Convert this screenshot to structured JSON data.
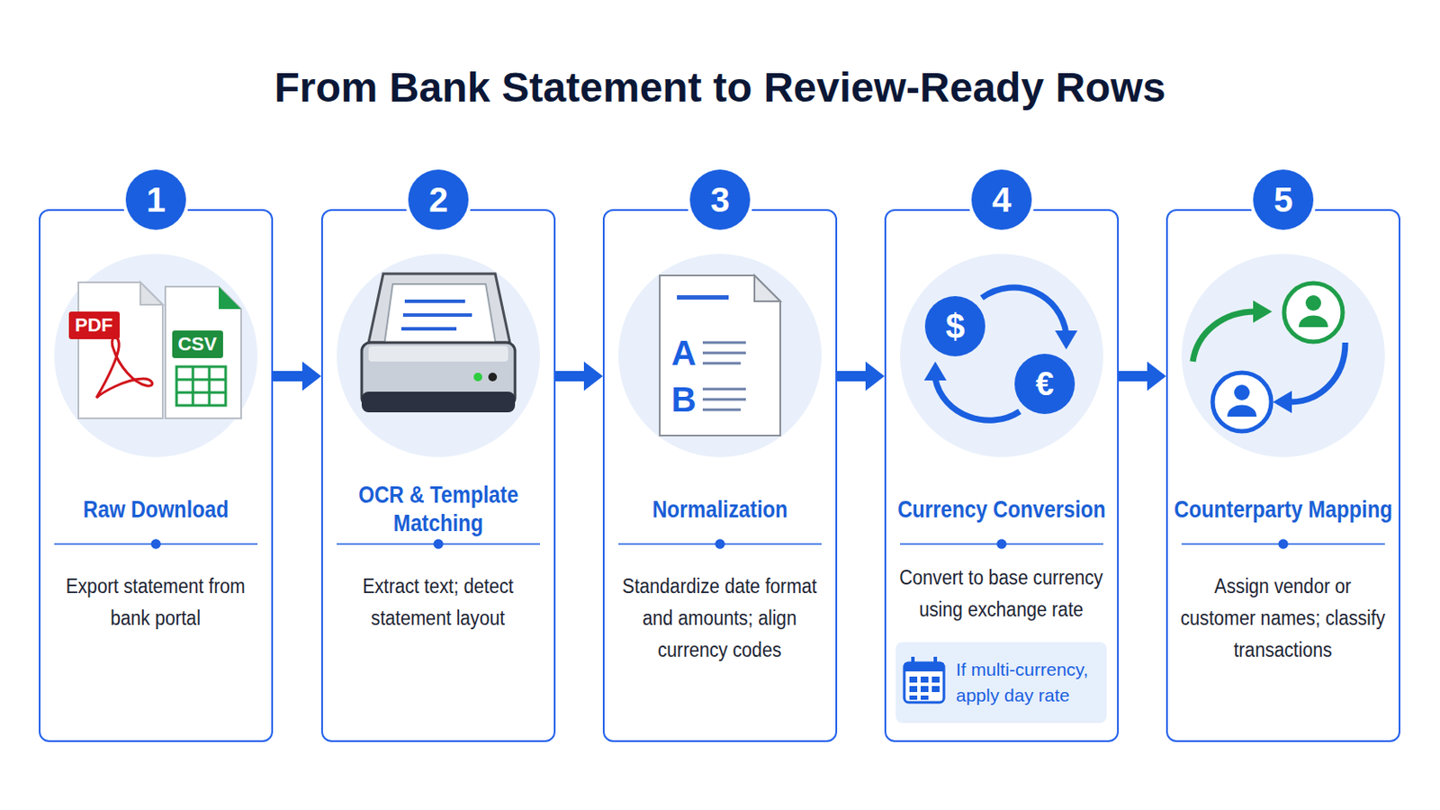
{
  "diagram": {
    "title": "From Bank Statement to Review-Ready Rows",
    "nodes": [
      {
        "text": [
          "Raw Download",
          "Export statement from bank portal"
        ]
      },
      {
        "text": [
          "1"
        ],
        "in": 0
      },
      {
        "text": [
          "OCR & Template Matching",
          "Extract text; detect statement layout"
        ]
      },
      {
        "text": [
          "2"
        ],
        "in": 2
      },
      {
        "text": [
          "Normalization",
          "Standardize date format and amounts; align currency codes"
        ]
      },
      {
        "text": [
          "3"
        ],
        "in": 4
      },
      {
        "text": [
          "Currency Conversion",
          "Convert to base currency using exchange rate"
        ]
      },
      {
        "text": [
          "4"
        ],
        "in": 6
      },
      {
        "text": [
          "If multi-currency, apply day rate"
        ],
        "in": 6
      },
      {
        "text": [
          "Counterparty Mapping",
          "Assign vendor or customer names; classify transactions"
        ]
      },
      {
        "text": [
          "5"
        ],
        "in": 9
      }
    ],
    "edges": [
      {
        "from": 0,
        "to": 2,
        "arrow": "to"
      },
      {
        "from": 2,
        "to": 4,
        "arrow": "to"
      },
      {
        "from": 4,
        "to": 6,
        "arrow": "to"
      },
      {
        "from": 6,
        "to": 9,
        "arrow": "to"
      }
    ],
    "labels": [
      "PDF",
      "CSV",
      "A",
      "B",
      "$",
      "€"
    ]
  }
}
